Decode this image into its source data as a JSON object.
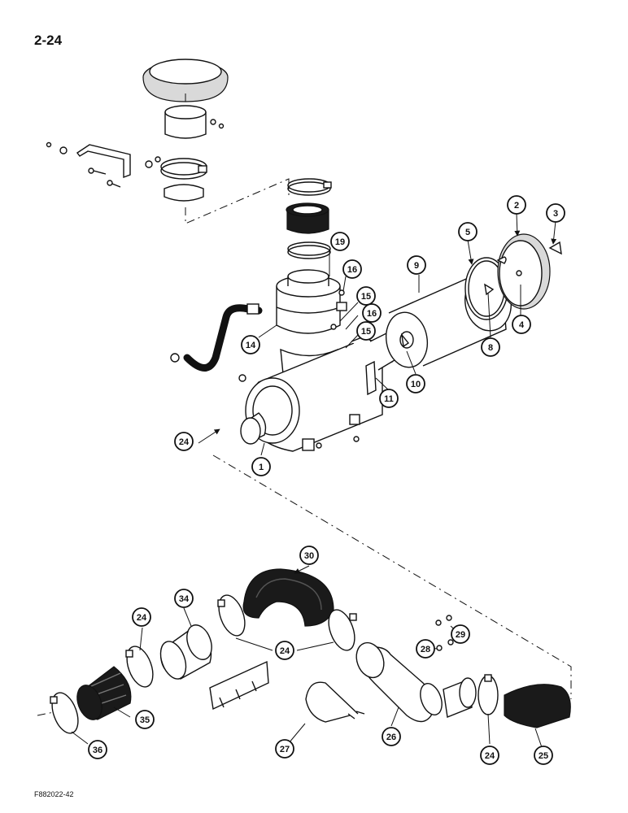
{
  "page_number": "2-24",
  "figure_code": "F882022-42",
  "callouts": [
    "1",
    "2",
    "3",
    "4",
    "5",
    "8",
    "9",
    "10",
    "11",
    "14",
    "15",
    "15",
    "16",
    "16",
    "19",
    "24",
    "24",
    "24",
    "24",
    "25",
    "26",
    "27",
    "28",
    "29",
    "30",
    "34",
    "35",
    "36"
  ],
  "colors": {
    "ink": "#111111",
    "paper": "#ffffff",
    "hose_black": "#1a1a1a"
  }
}
